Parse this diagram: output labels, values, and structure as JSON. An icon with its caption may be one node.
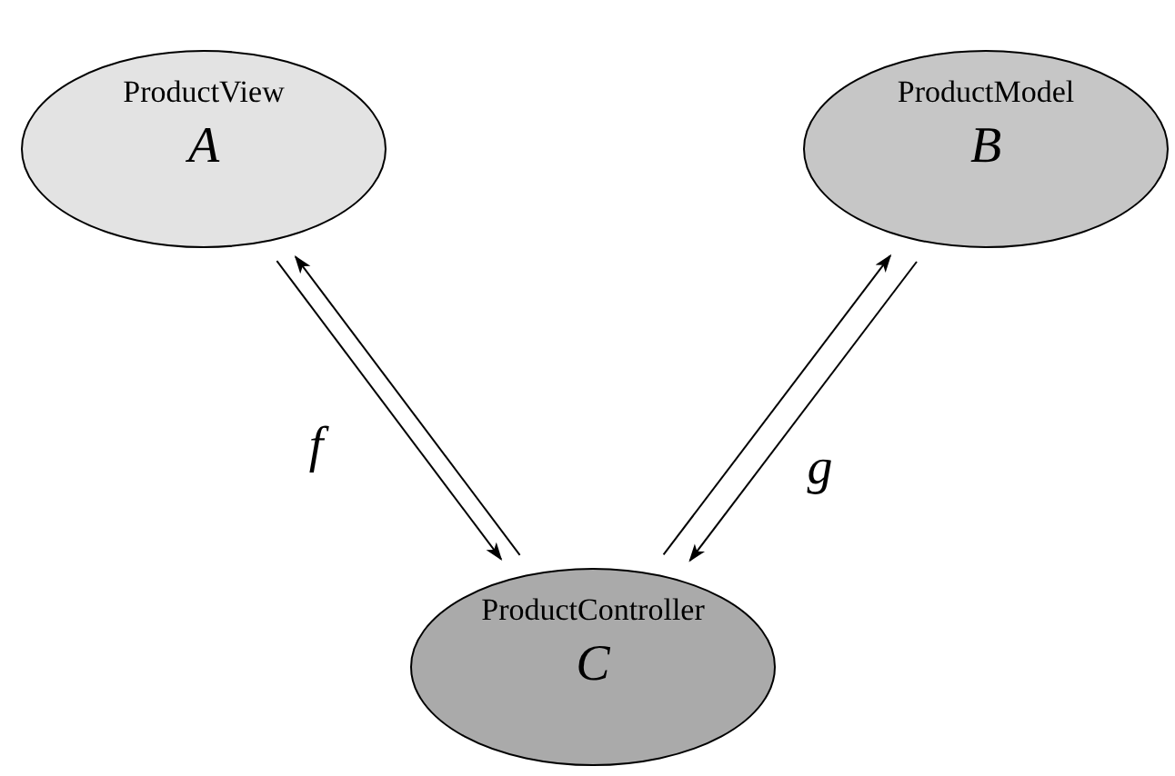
{
  "diagram": {
    "nodes": [
      {
        "text": [
          "ProductView",
          "A"
        ]
      },
      {
        "text": [
          "ProductModel",
          "B"
        ]
      },
      {
        "text": [
          "ProductController",
          "C"
        ]
      }
    ],
    "edges": [
      {
        "from": 0,
        "to": 2,
        "arrow": "to",
        "label": "f"
      },
      {
        "from": 2,
        "to": 0,
        "arrow": "to"
      },
      {
        "from": 2,
        "to": 1,
        "arrow": "to"
      },
      {
        "from": 1,
        "to": 2,
        "arrow": "to",
        "label": "g"
      }
    ]
  }
}
